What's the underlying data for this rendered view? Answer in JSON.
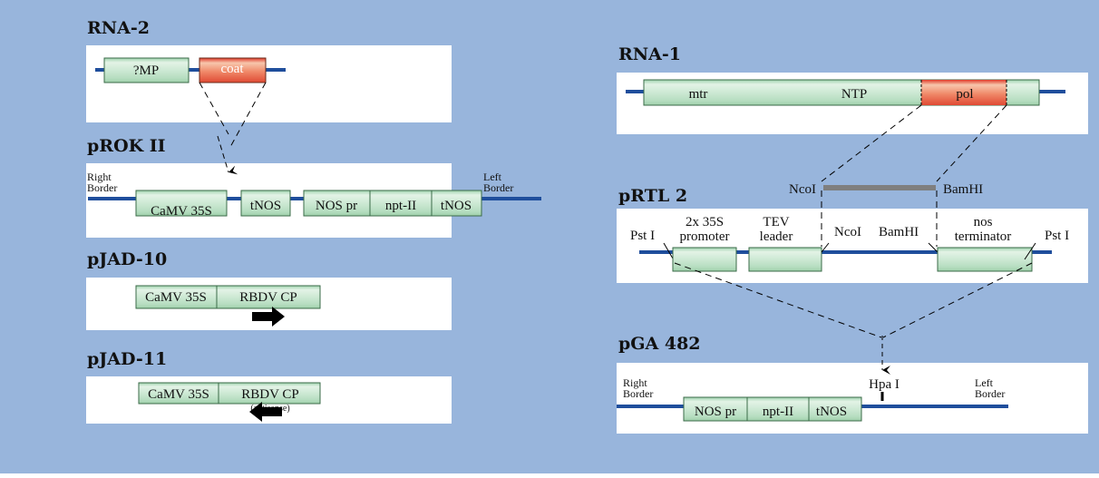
{
  "colors": {
    "background": "#98b5dc",
    "panel": "#ffffff",
    "backbone": "#1f4e9c",
    "gene_box": "#cfe9d6",
    "gene_border": "#3b6b48",
    "coat_box": "#ef8a6c",
    "bar": "#7f7f7f",
    "arrow": "#000000"
  },
  "rna2": {
    "title": "RNA-2",
    "mp": "?MP",
    "coat": "coat"
  },
  "prok": {
    "title": "pROK II",
    "right_border": [
      "Right",
      "Border"
    ],
    "left_border": [
      "Left",
      "Border"
    ],
    "camv": "CaMV 35S",
    "tnos1": "tNOS",
    "nospr": "NOS pr",
    "nptii": "npt-II",
    "tnos2": "tNOS"
  },
  "jad10": {
    "title": "pJAD-10",
    "camv": "CaMV 35S",
    "cp": "RBDV CP"
  },
  "jad11": {
    "title": "pJAD-11",
    "camv": "CaMV 35S",
    "cp": "RBDV CP",
    "note": "(antisense)"
  },
  "rna1": {
    "title": "RNA-1",
    "mtr": "mtr",
    "ntp": "NTP",
    "pol": "pol"
  },
  "prtl": {
    "title": "pRTL 2",
    "fragment_left": "NcoI",
    "fragment_right": "BamHI",
    "pst1": "Pst I",
    "promoter": [
      "2x 35S",
      "promoter"
    ],
    "tev": [
      "TEV",
      "leader"
    ],
    "ncoi": "NcoI",
    "bamhi": "BamHI",
    "nos": [
      "nos",
      "terminator"
    ],
    "pst2": "Pst I"
  },
  "pga": {
    "title": "pGA 482",
    "right_border": [
      "Right",
      "Border"
    ],
    "left_border": [
      "Left",
      "Border"
    ],
    "hpa": "Hpa I",
    "nospr": "NOS pr",
    "nptii": "npt-II",
    "tnos": "tNOS"
  }
}
